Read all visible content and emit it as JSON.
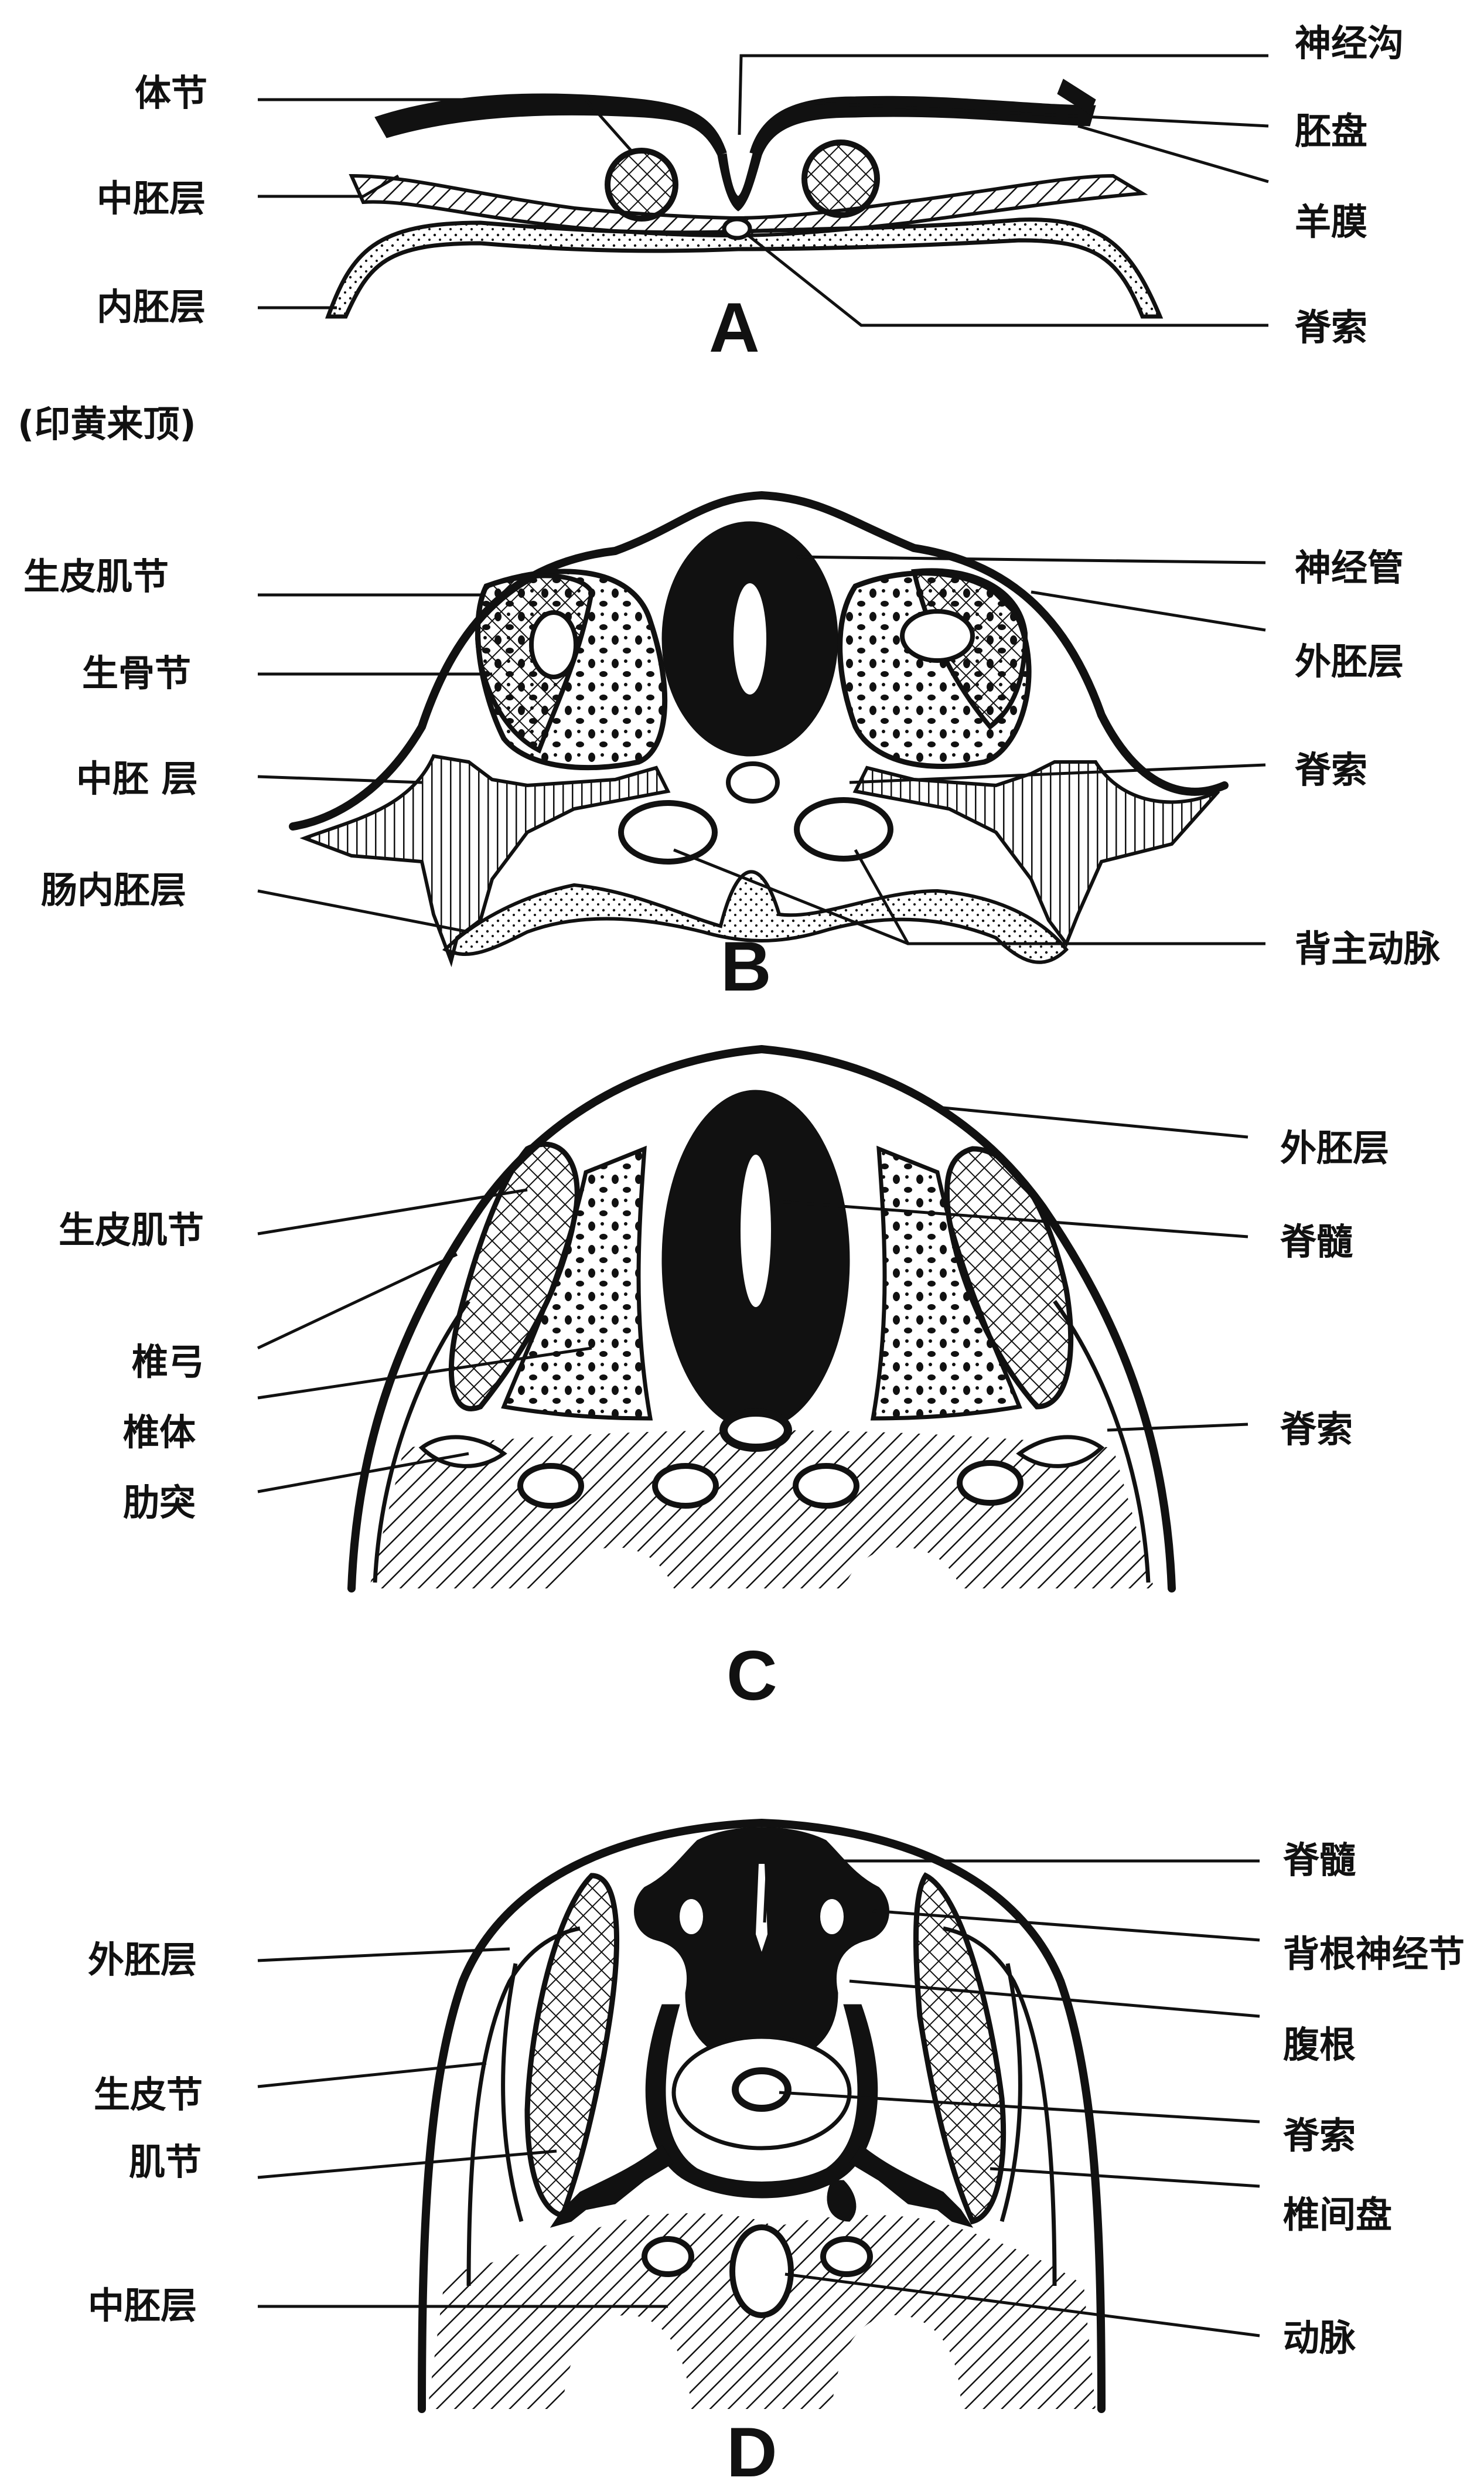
{
  "panels": {
    "A": {
      "letter": "A",
      "labels": {
        "somite": "体节",
        "mesoderm": "中胚层",
        "endoderm": "内胚层",
        "yolk_sac_top": "(印黄来顶)",
        "neural_groove": "神经沟",
        "embryonic_disc": "胚盘",
        "amnion": "羊膜",
        "notochord": "脊索"
      }
    },
    "B": {
      "letter": "B",
      "labels": {
        "dermomyotome": "生皮肌节",
        "sclerotome": "生骨节",
        "mesoderm": "中胚 层",
        "gut_endoderm": "肠内胚层",
        "neural_tube": "神经管",
        "ectoderm": "外胚层",
        "notochord": "脊索",
        "dorsal_aorta": "背主动脉"
      }
    },
    "C": {
      "letter": "C",
      "labels": {
        "dermomyotome": "生皮肌节",
        "vertebral_arch": "椎弓",
        "vertebral_body": "椎体",
        "rib_process": "肋突",
        "ectoderm": "外胚层",
        "spinal_cord": "脊髓",
        "notochord": "脊索"
      }
    },
    "D": {
      "letter": "D",
      "labels": {
        "ectoderm": "外胚层",
        "dermatome": "生皮节",
        "myotome": "肌节",
        "mesoderm": "中胚层",
        "spinal_cord": "脊髓",
        "dorsal_root_ganglion": "背根神经节",
        "ventral_root": "腹根",
        "notochord": "脊索",
        "intervertebral_disc": "椎间盘",
        "artery": "动脉"
      }
    }
  }
}
